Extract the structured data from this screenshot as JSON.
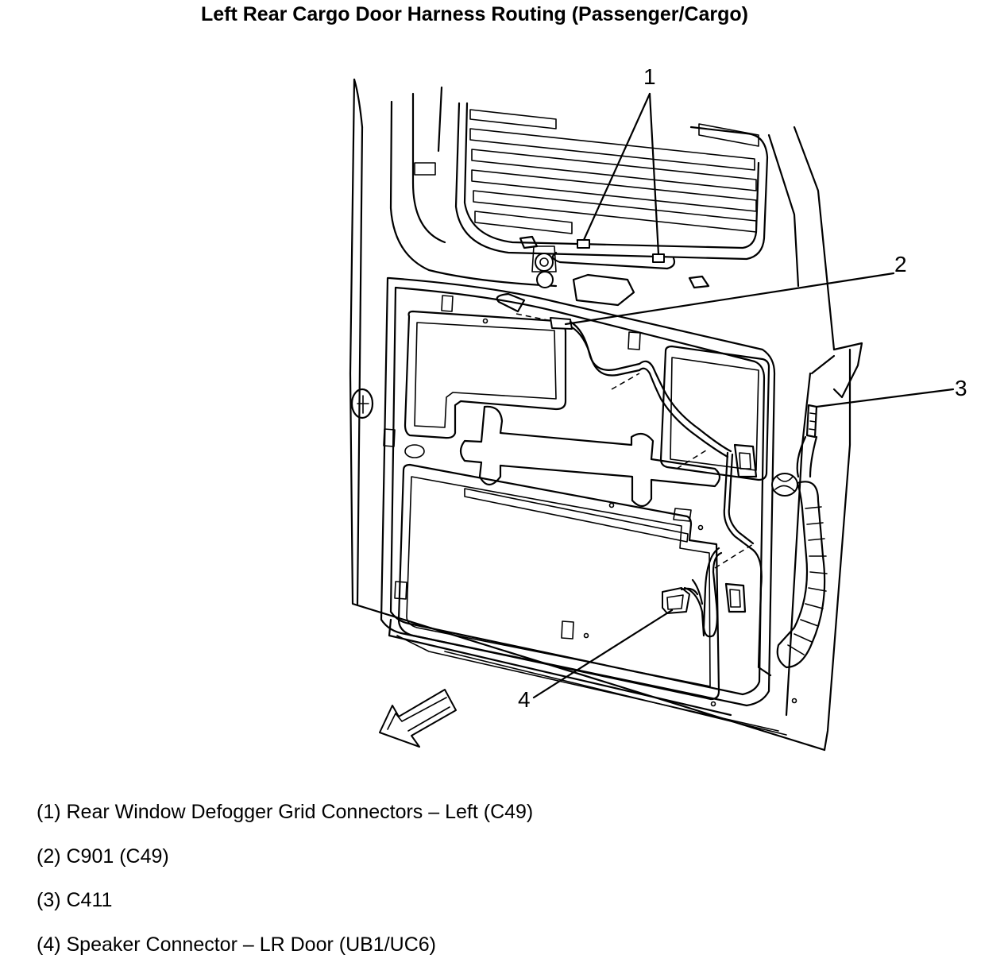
{
  "diagram": {
    "title": "Left Rear Cargo Door Harness Routing (Passenger/Cargo)",
    "callouts": [
      "1",
      "2",
      "3",
      "4"
    ]
  },
  "legend": [
    "(1) Rear Window Defogger Grid Connectors – Left (C49)",
    "(2) C901 (C49)",
    "(3) C411",
    "(4) Speaker Connector – LR Door (UB1/UC6)"
  ]
}
